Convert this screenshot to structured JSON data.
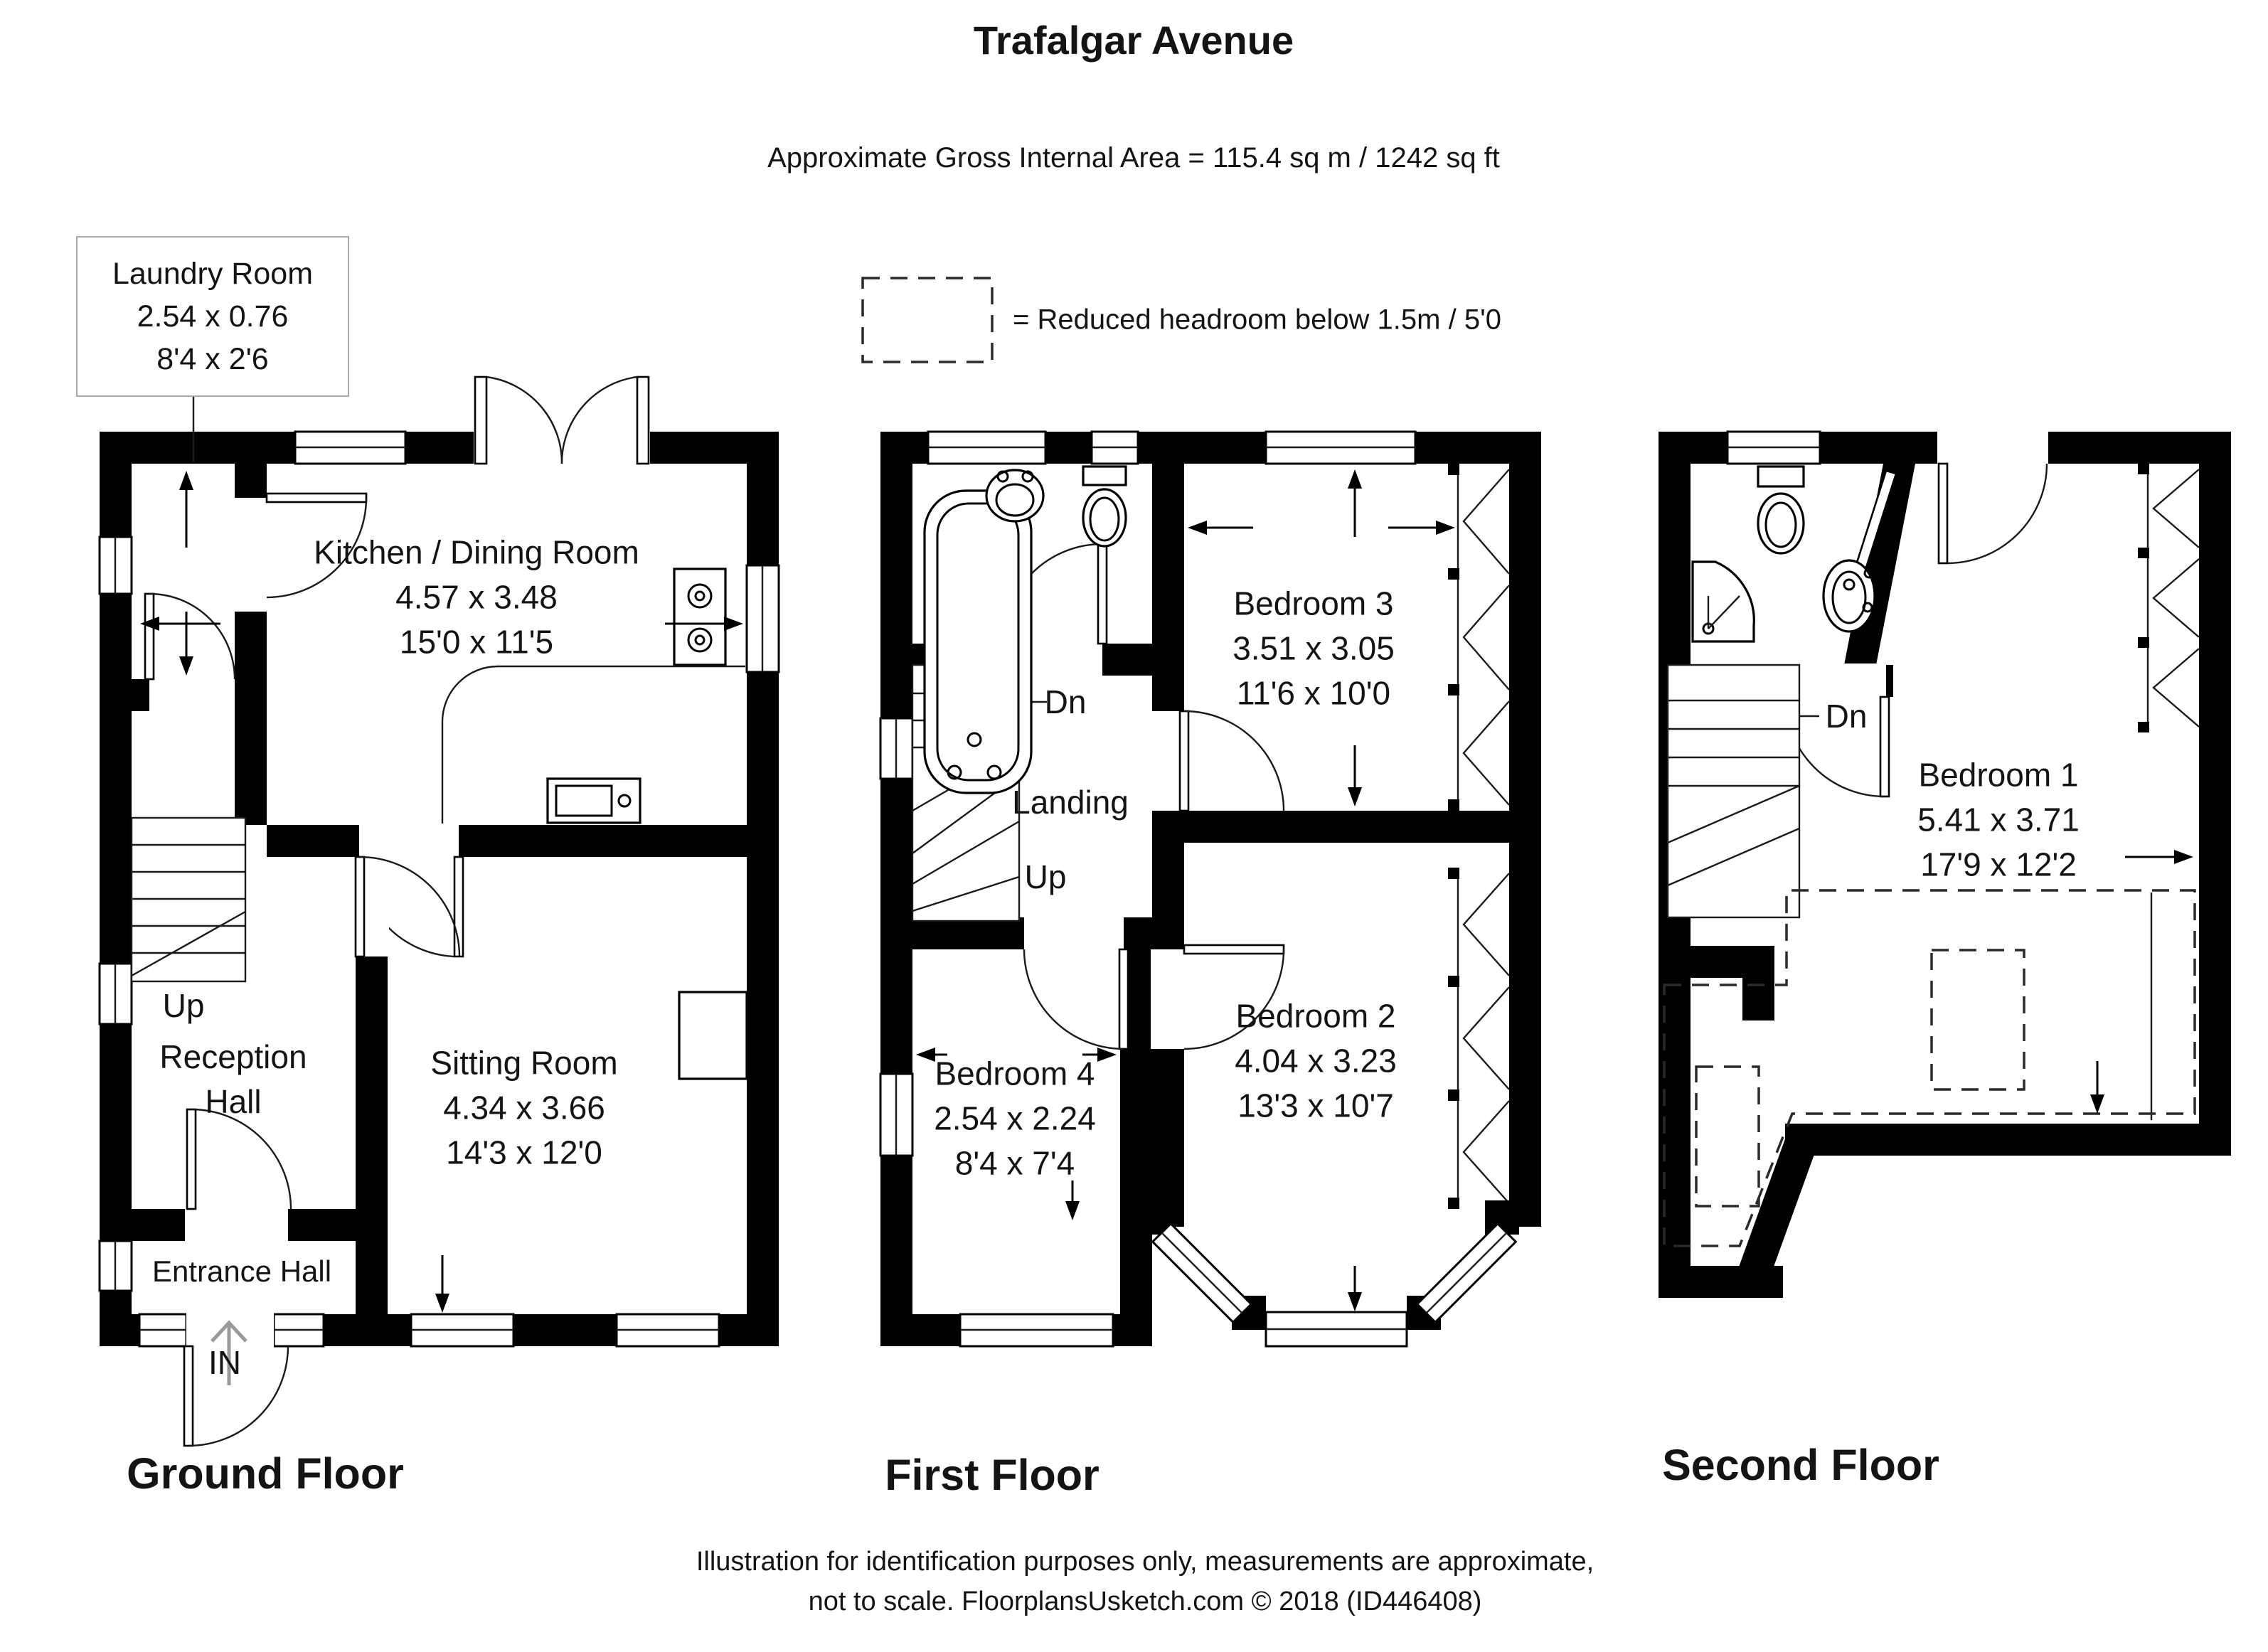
{
  "header": {
    "title": "Trafalgar Avenue",
    "subtitle": "Approximate Gross Internal Area = 115.4 sq m / 1242 sq ft"
  },
  "legend": {
    "text": "= Reduced headroom below 1.5m / 5'0"
  },
  "callout": {
    "title": "Laundry Room",
    "metric": "2.54 x 0.76",
    "imperial": "8'4 x 2'6"
  },
  "floors": {
    "ground": {
      "label": "Ground Floor",
      "kitchen": {
        "name": "Kitchen / Dining Room",
        "metric": "4.57 x 3.48",
        "imperial": "15'0 x 11'5"
      },
      "sitting": {
        "name": "Sitting Room",
        "metric": "4.34 x 3.66",
        "imperial": "14'3 x 12'0"
      },
      "reception": {
        "line1": "Reception",
        "line2": "Hall"
      },
      "entrance": "Entrance Hall",
      "up": "Up",
      "in": "IN"
    },
    "first": {
      "label": "First Floor",
      "bedroom3": {
        "name": "Bedroom 3",
        "metric": "3.51 x 3.05",
        "imperial": "11'6 x 10'0"
      },
      "bedroom4": {
        "name": "Bedroom 4",
        "metric": "2.54 x 2.24",
        "imperial": "8'4 x 7'4"
      },
      "bedroom2": {
        "name": "Bedroom 2",
        "metric": "4.04 x 3.23",
        "imperial": "13'3 x 10'7"
      },
      "landing": "Landing",
      "dn": "Dn",
      "up": "Up"
    },
    "second": {
      "label": "Second Floor",
      "bedroom1": {
        "name": "Bedroom 1",
        "metric": "5.41 x 3.71",
        "imperial": "17'9 x 12'2"
      },
      "dn": "Dn"
    }
  },
  "footer": {
    "line1": "Illustration for identification purposes only, measurements are approximate,",
    "line2": "not to scale. FloorplansUsketch.com © 2018 (ID446408)"
  }
}
